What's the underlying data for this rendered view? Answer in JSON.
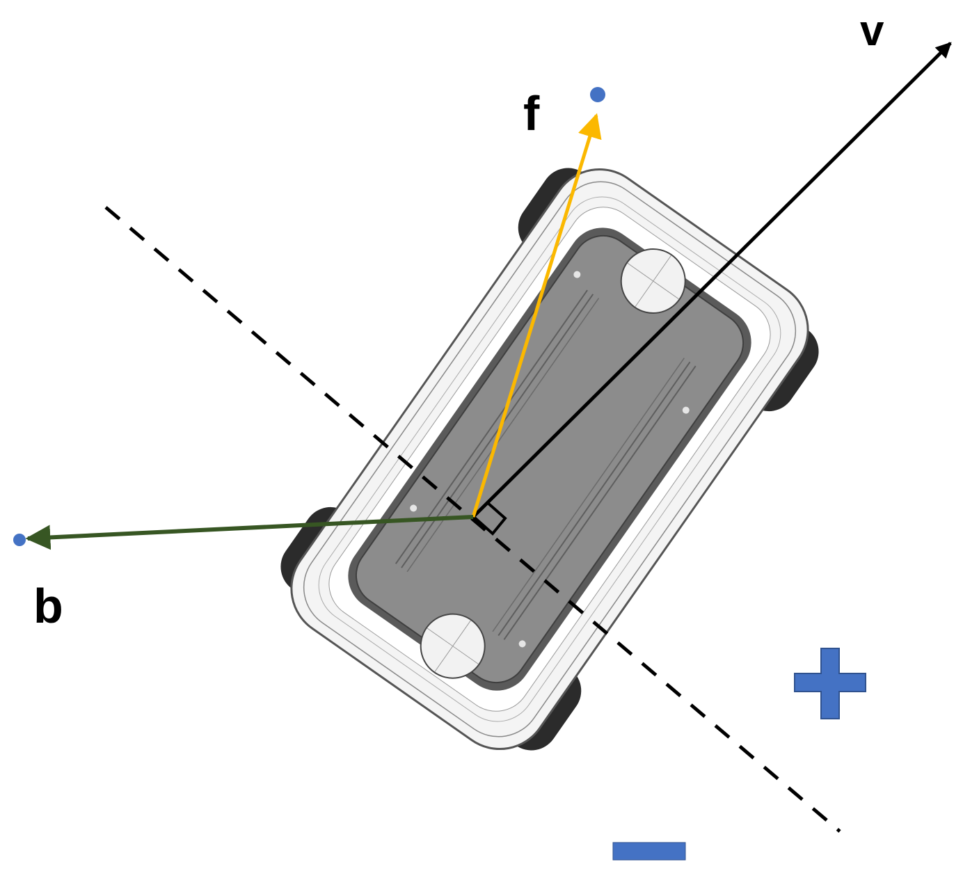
{
  "labels": {
    "velocity": "v",
    "forward": "f",
    "backward": "b"
  },
  "colors": {
    "velocity_arrow": "#000000",
    "forward_arrow": "#fbb800",
    "backward_arrow": "#375623",
    "target_points": "#4472c4",
    "plus_sign": "#4472c4",
    "minus_sign": "#4472c4",
    "robot_body": "#8c8c8c"
  },
  "icons": {
    "robot": "mobile-robot-topview-icon",
    "plus": "plus-sign-icon",
    "minus": "minus-sign-icon",
    "right_angle": "right-angle-marker-icon"
  }
}
